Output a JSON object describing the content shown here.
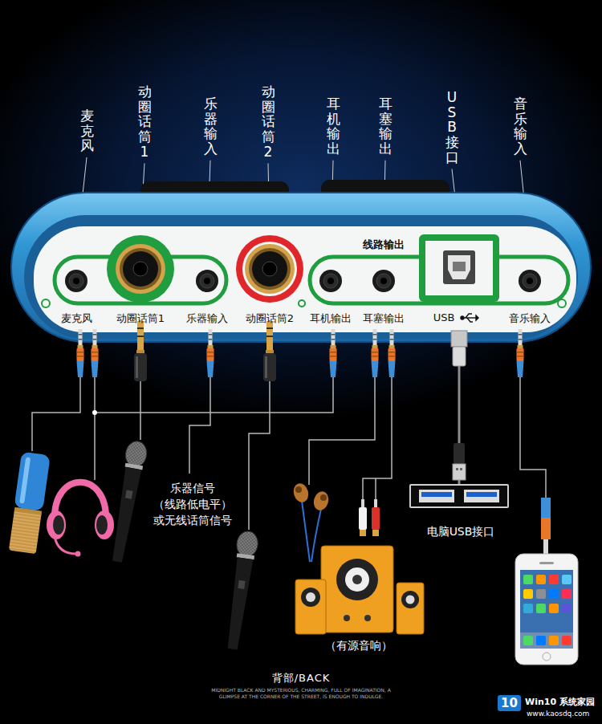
{
  "diagram": {
    "nodes": [
      {
        "text": [
          "线路输出",
          "麦克风",
          "动圈话筒1",
          "乐器输入",
          "动圈话筒2",
          "耳机输出",
          "耳塞输出",
          "USB",
          "音乐输入"
        ]
      },
      {
        "text": [
          "电脑USB接口"
        ]
      }
    ],
    "edges": [
      {
        "from": 0,
        "to": 1,
        "arrow": "none"
      }
    ],
    "labels": [
      "麦克风",
      "动圈话筒1",
      "乐器输入",
      "动圈话筒2",
      "耳机输出",
      "耳塞输出",
      "USB接口",
      "音乐输入",
      "乐器信号 （线路低电平） 或无线话筒信号",
      "（有源音响）",
      "背部/BACK",
      "MIDNIGHT BLACK AND MYSTERIOUS, CHARMING, FULL OF IMAGINATION, A GLIMPSE AT THE CORNER OF THE STREET, IS ENOUGH TO INDULGE.",
      "10",
      "Win10 系统家园",
      "www.kaosdq.com"
    ]
  }
}
